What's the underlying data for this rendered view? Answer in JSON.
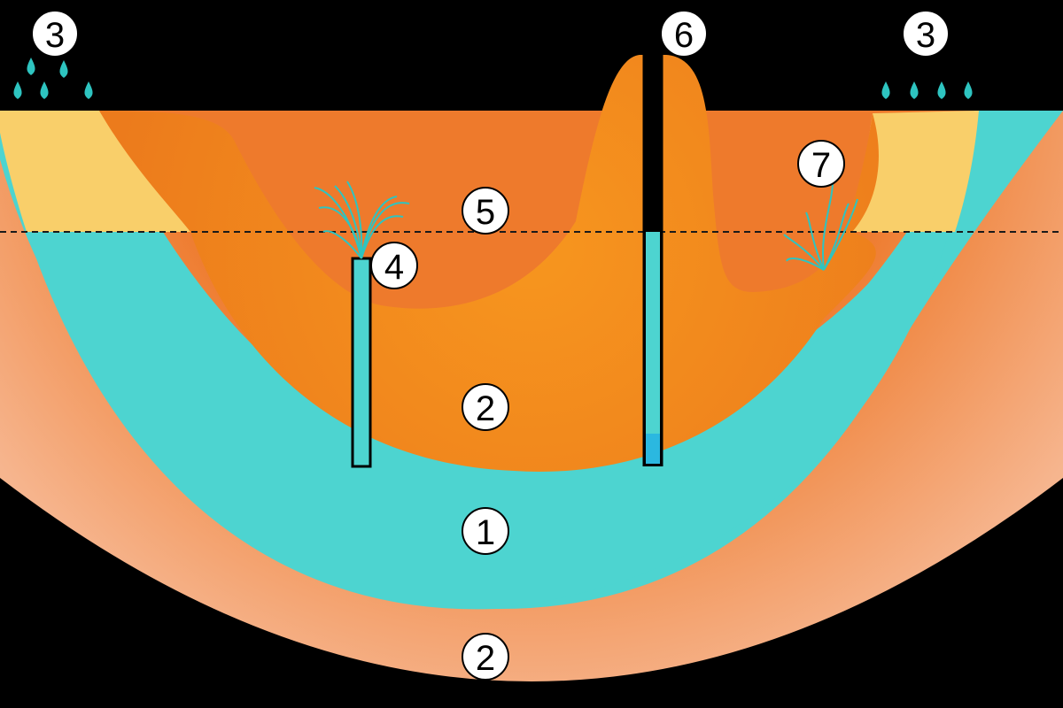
{
  "labels": {
    "confined_aquifer": "1",
    "aquitard_upper": "2",
    "aquitard_lower": "2",
    "recharge_left": "3",
    "recharge_right": "3",
    "artesian_well": "4",
    "piezometric_surface": "5",
    "non_flowing_well": "6",
    "artesian_spring": "7"
  },
  "colors": {
    "background": "#000000",
    "aquifer": "#4dd4d0",
    "aquitard": "#f08a2a",
    "outer_layer_light": "#f4b48a",
    "unconfined_zone": "#f9cf6a",
    "hill": "#f7941d",
    "water_drop": "#2ec4c0",
    "label_circle": "#ffffff"
  }
}
